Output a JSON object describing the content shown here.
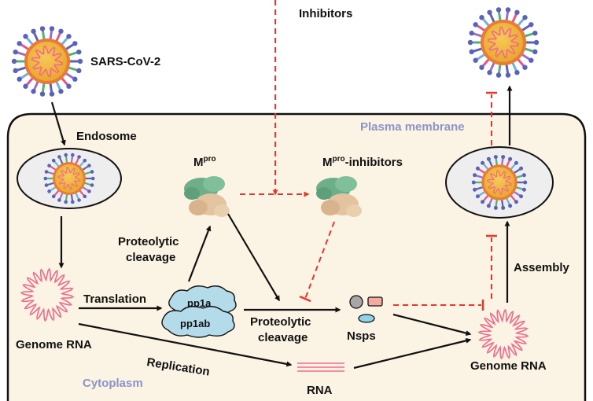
{
  "labels": {
    "inhibitors": "Inhibitors",
    "virus": "SARS-CoV-2",
    "endosome": "Endosome",
    "plasma_membrane": "Plasma membrane",
    "mpro_base": "M",
    "mpro_sup": "pro",
    "mpro_inhib_base": "M",
    "mpro_inhib_sup": "pro",
    "mpro_inhib_rest": "-inhibitors",
    "proteolytic_left_1": "Proteolytic",
    "proteolytic_left_2": "cleavage",
    "translation": "Translation",
    "pp1a": "pp1a",
    "pp1ab": "pp1ab",
    "proteolytic_mid_1": "Proteolytic",
    "proteolytic_mid_2": "cleavage",
    "nsps": "Nsps",
    "genome_rna_left": "Genome RNA",
    "replication": "Replication",
    "cytoplasm": "Cytoplasm",
    "rna": "RNA",
    "genome_rna_right": "Genome RNA",
    "assembly": "Assembly"
  },
  "colors": {
    "virus_core": "#f2b233",
    "virus_ring": "#e87a3a",
    "spike_stem": "#56b07a",
    "spike_head": "#5a63b8",
    "rna_strand": "#f06a8a",
    "cell_fill": "#fbf3e4",
    "endosome_fill": "#eeeeee",
    "protein_green": "#6fae8a",
    "protein_tan": "#e4c4a0",
    "pp_cloud": "#b4dbe9",
    "nsp_circle": "#a7a7a7",
    "nsp_rect": "#f4aaa0",
    "nsp_ellipse": "#8ed3ea",
    "inhibit_red": "#e8372e",
    "label_blue": "#8d93c9"
  },
  "icons": {
    "virus": "coronavirus-particle-icon",
    "protease": "mpro-protein-structure-icon",
    "rna": "rna-coil-icon"
  }
}
